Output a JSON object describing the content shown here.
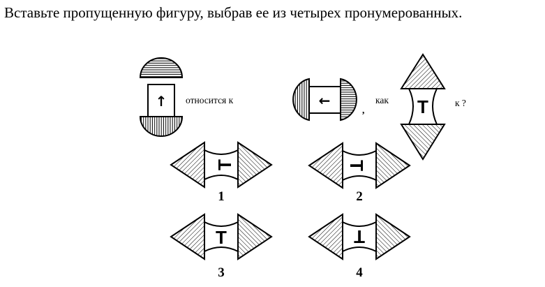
{
  "task": {
    "title": "Вставьте пропущенную фигуру, выбрав ее из четырех пронумерованных."
  },
  "analogy": {
    "relates_text": "относится к",
    "as_text": "как",
    "question_text": "к ?",
    "comma": ",",
    "fig_a_glyph": "↑",
    "fig_b_glyph": "←",
    "fig_c_glyph": "T"
  },
  "options": [
    {
      "number": "1",
      "glyph": "T"
    },
    {
      "number": "2",
      "glyph": "T"
    },
    {
      "number": "3",
      "glyph": "T"
    },
    {
      "number": "4",
      "glyph": "T"
    }
  ]
}
